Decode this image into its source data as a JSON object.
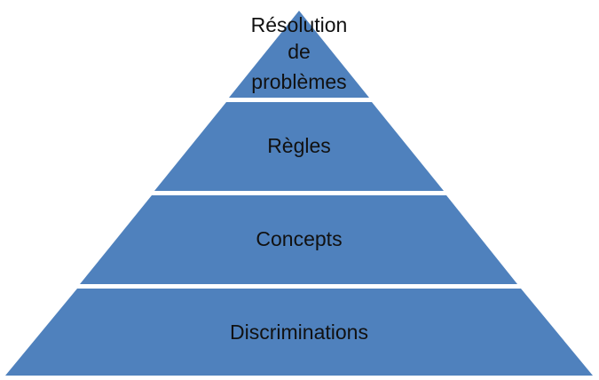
{
  "pyramid": {
    "fill_color": "#4f81bd",
    "separator_color": "#ffffff",
    "levels": [
      {
        "name": "apex",
        "lines": [
          "Résolution",
          "de",
          "problèmes"
        ]
      },
      {
        "name": "rules",
        "lines": [
          "Règles"
        ]
      },
      {
        "name": "concepts",
        "lines": [
          "Concepts"
        ]
      },
      {
        "name": "discriminations",
        "lines": [
          "Discriminations"
        ]
      }
    ]
  }
}
